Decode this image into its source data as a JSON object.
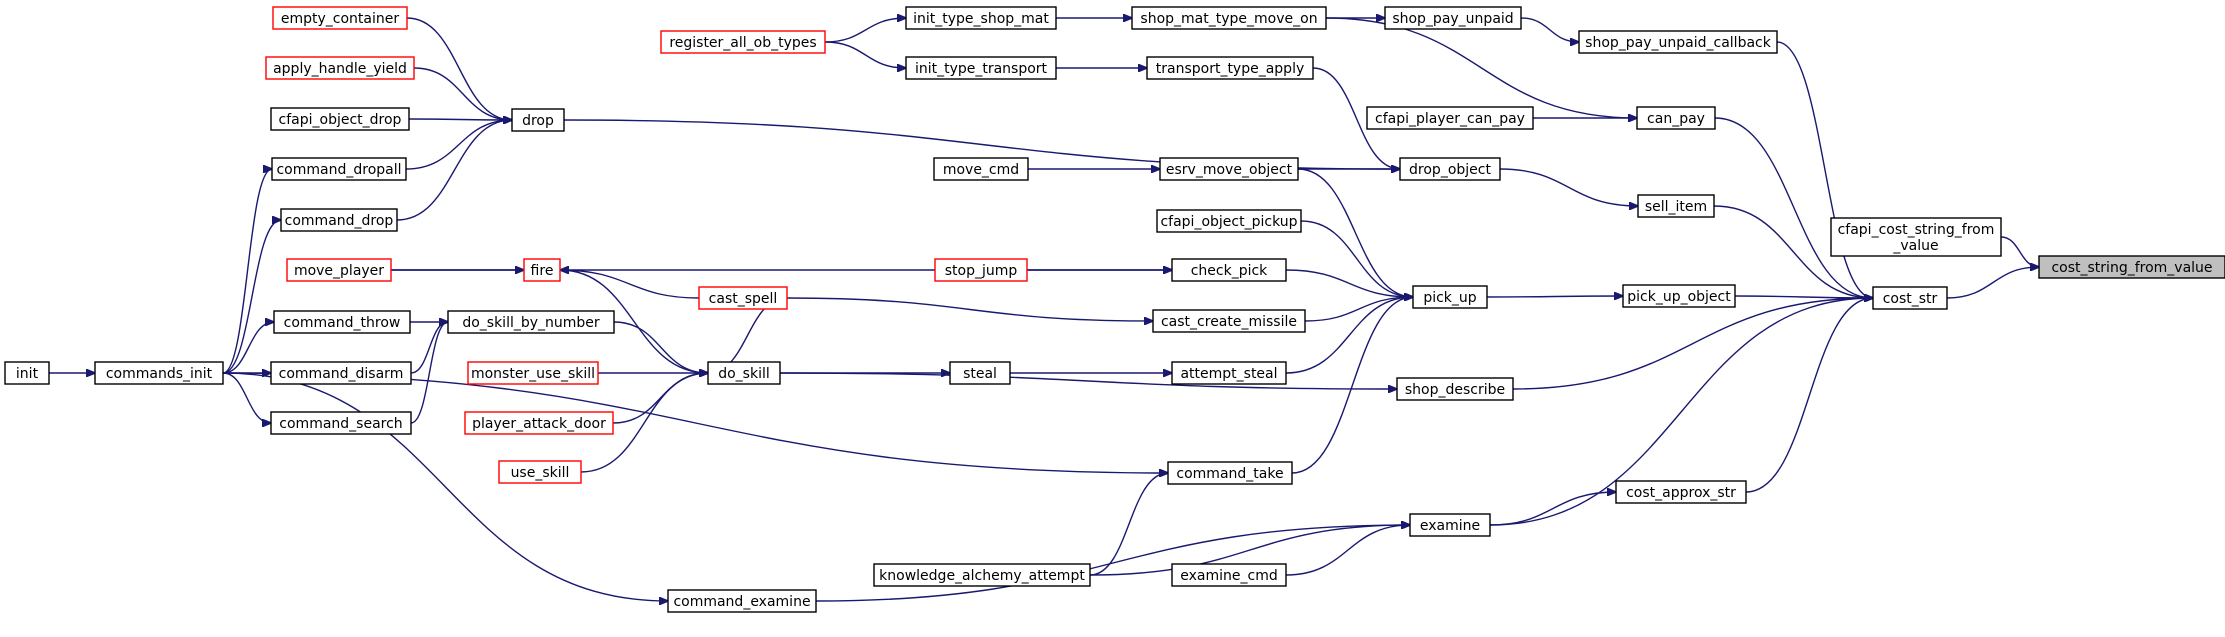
{
  "diagram": {
    "type": "call-graph",
    "direction": "right-to-left callers",
    "colors": {
      "edge": "#191970",
      "normal_border": "#000000",
      "incomplete_border": "#ff0000",
      "current_fill": "#bfbfbf"
    },
    "nodes": [
      {
        "id": "cost_string_from_value",
        "label": "cost_string_from_value",
        "style": "current"
      },
      {
        "id": "cost_str",
        "label": "cost_str",
        "style": "normal"
      },
      {
        "id": "cfapi_cost_string_from_value",
        "label": "cfapi_cost_string_from\n_value",
        "style": "normal"
      },
      {
        "id": "shop_pay_unpaid_callback",
        "label": "shop_pay_unpaid_callback",
        "style": "normal"
      },
      {
        "id": "can_pay",
        "label": "can_pay",
        "style": "normal"
      },
      {
        "id": "sell_item",
        "label": "sell_item",
        "style": "normal"
      },
      {
        "id": "pick_up_object",
        "label": "pick_up_object",
        "style": "normal"
      },
      {
        "id": "shop_describe",
        "label": "shop_describe",
        "style": "normal"
      },
      {
        "id": "examine",
        "label": "examine",
        "style": "normal"
      },
      {
        "id": "cost_approx_str",
        "label": "cost_approx_str",
        "style": "normal"
      },
      {
        "id": "shop_pay_unpaid",
        "label": "shop_pay_unpaid",
        "style": "normal"
      },
      {
        "id": "shop_mat_type_move_on",
        "label": "shop_mat_type_move_on",
        "style": "normal"
      },
      {
        "id": "init_type_shop_mat",
        "label": "init_type_shop_mat",
        "style": "normal"
      },
      {
        "id": "register_all_ob_types",
        "label": "register_all_ob_types",
        "style": "red"
      },
      {
        "id": "init_type_transport",
        "label": "init_type_transport",
        "style": "normal"
      },
      {
        "id": "transport_type_apply",
        "label": "transport_type_apply",
        "style": "normal"
      },
      {
        "id": "cfapi_player_can_pay",
        "label": "cfapi_player_can_pay",
        "style": "normal"
      },
      {
        "id": "drop_object",
        "label": "drop_object",
        "style": "normal"
      },
      {
        "id": "esrv_move_object",
        "label": "esrv_move_object",
        "style": "normal"
      },
      {
        "id": "move_cmd",
        "label": "move_cmd",
        "style": "normal"
      },
      {
        "id": "drop",
        "label": "drop",
        "style": "normal"
      },
      {
        "id": "empty_container",
        "label": "empty_container",
        "style": "red"
      },
      {
        "id": "apply_handle_yield",
        "label": "apply_handle_yield",
        "style": "red"
      },
      {
        "id": "cfapi_object_drop",
        "label": "cfapi_object_drop",
        "style": "normal"
      },
      {
        "id": "command_dropall",
        "label": "command_dropall",
        "style": "normal"
      },
      {
        "id": "command_drop",
        "label": "command_drop",
        "style": "normal"
      },
      {
        "id": "pick_up",
        "label": "pick_up",
        "style": "normal"
      },
      {
        "id": "cfapi_object_pickup",
        "label": "cfapi_object_pickup",
        "style": "normal"
      },
      {
        "id": "check_pick",
        "label": "check_pick",
        "style": "normal"
      },
      {
        "id": "stop_jump",
        "label": "stop_jump",
        "style": "red"
      },
      {
        "id": "move_player",
        "label": "move_player",
        "style": "red"
      },
      {
        "id": "fire",
        "label": "fire",
        "style": "red"
      },
      {
        "id": "cast_create_missile",
        "label": "cast_create_missile",
        "style": "normal"
      },
      {
        "id": "cast_spell",
        "label": "cast_spell",
        "style": "red"
      },
      {
        "id": "do_skill",
        "label": "do_skill",
        "style": "normal"
      },
      {
        "id": "do_skill_by_number",
        "label": "do_skill_by_number",
        "style": "normal"
      },
      {
        "id": "monster_use_skill",
        "label": "monster_use_skill",
        "style": "red"
      },
      {
        "id": "player_attack_door",
        "label": "player_attack_door",
        "style": "red"
      },
      {
        "id": "use_skill",
        "label": "use_skill",
        "style": "red"
      },
      {
        "id": "attempt_steal",
        "label": "attempt_steal",
        "style": "normal"
      },
      {
        "id": "steal",
        "label": "steal",
        "style": "normal"
      },
      {
        "id": "command_take",
        "label": "command_take",
        "style": "normal"
      },
      {
        "id": "knowledge_alchemy_attempt",
        "label": "knowledge_alchemy_attempt",
        "style": "normal"
      },
      {
        "id": "examine_cmd",
        "label": "examine_cmd",
        "style": "normal"
      },
      {
        "id": "command_examine",
        "label": "command_examine",
        "style": "normal"
      },
      {
        "id": "command_throw",
        "label": "command_throw",
        "style": "normal"
      },
      {
        "id": "command_disarm",
        "label": "command_disarm",
        "style": "normal"
      },
      {
        "id": "command_search",
        "label": "command_search",
        "style": "normal"
      },
      {
        "id": "commands_init",
        "label": "commands_init",
        "style": "normal"
      },
      {
        "id": "init",
        "label": "init",
        "style": "normal"
      }
    ],
    "edges": [
      {
        "from": "cfapi_cost_string_from_value",
        "to": "cost_string_from_value"
      },
      {
        "from": "cost_str",
        "to": "cost_string_from_value"
      },
      {
        "from": "shop_pay_unpaid_callback",
        "to": "cost_str"
      },
      {
        "from": "can_pay",
        "to": "cost_str"
      },
      {
        "from": "sell_item",
        "to": "cost_str"
      },
      {
        "from": "pick_up_object",
        "to": "cost_str"
      },
      {
        "from": "shop_describe",
        "to": "cost_str"
      },
      {
        "from": "examine",
        "to": "cost_str"
      },
      {
        "from": "cost_approx_str",
        "to": "cost_str"
      },
      {
        "from": "shop_pay_unpaid",
        "to": "shop_pay_unpaid_callback"
      },
      {
        "from": "shop_mat_type_move_on",
        "to": "shop_pay_unpaid"
      },
      {
        "from": "init_type_shop_mat",
        "to": "shop_mat_type_move_on"
      },
      {
        "from": "register_all_ob_types",
        "to": "init_type_shop_mat"
      },
      {
        "from": "register_all_ob_types",
        "to": "init_type_transport"
      },
      {
        "from": "init_type_transport",
        "to": "transport_type_apply"
      },
      {
        "from": "shop_mat_type_move_on",
        "to": "can_pay"
      },
      {
        "from": "cfapi_player_can_pay",
        "to": "can_pay"
      },
      {
        "from": "transport_type_apply",
        "to": "drop_object"
      },
      {
        "from": "drop",
        "to": "drop_object"
      },
      {
        "from": "esrv_move_object",
        "to": "drop_object"
      },
      {
        "from": "drop_object",
        "to": "sell_item"
      },
      {
        "from": "move_cmd",
        "to": "esrv_move_object"
      },
      {
        "from": "empty_container",
        "to": "drop"
      },
      {
        "from": "apply_handle_yield",
        "to": "drop"
      },
      {
        "from": "cfapi_object_drop",
        "to": "drop"
      },
      {
        "from": "command_dropall",
        "to": "drop"
      },
      {
        "from": "command_drop",
        "to": "drop"
      },
      {
        "from": "pick_up",
        "to": "pick_up_object"
      },
      {
        "from": "esrv_move_object",
        "to": "pick_up"
      },
      {
        "from": "cfapi_object_pickup",
        "to": "pick_up"
      },
      {
        "from": "check_pick",
        "to": "pick_up"
      },
      {
        "from": "cast_create_missile",
        "to": "pick_up"
      },
      {
        "from": "attempt_steal",
        "to": "pick_up"
      },
      {
        "from": "command_take",
        "to": "pick_up"
      },
      {
        "from": "move_player",
        "to": "check_pick"
      },
      {
        "from": "stop_jump",
        "to": "check_pick"
      },
      {
        "from": "move_player",
        "to": "fire"
      },
      {
        "from": "cast_spell",
        "to": "cast_create_missile"
      },
      {
        "from": "fire",
        "to": "do_skill"
      },
      {
        "from": "cast_spell",
        "to": "fire"
      },
      {
        "from": "do_skill",
        "to": "cast_spell"
      },
      {
        "from": "do_skill_by_number",
        "to": "do_skill"
      },
      {
        "from": "monster_use_skill",
        "to": "do_skill"
      },
      {
        "from": "player_attack_door",
        "to": "do_skill"
      },
      {
        "from": "use_skill",
        "to": "do_skill"
      },
      {
        "from": "do_skill",
        "to": "steal"
      },
      {
        "from": "steal",
        "to": "attempt_steal"
      },
      {
        "from": "do_skill",
        "to": "shop_describe"
      },
      {
        "from": "commands_init",
        "to": "command_take"
      },
      {
        "from": "knowledge_alchemy_attempt",
        "to": "command_take"
      },
      {
        "from": "knowledge_alchemy_attempt",
        "to": "examine"
      },
      {
        "from": "examine_cmd",
        "to": "examine"
      },
      {
        "from": "command_examine",
        "to": "examine"
      },
      {
        "from": "examine",
        "to": "cost_approx_str"
      },
      {
        "from": "commands_init",
        "to": "command_examine"
      },
      {
        "from": "command_throw",
        "to": "do_skill_by_number"
      },
      {
        "from": "command_disarm",
        "to": "do_skill_by_number"
      },
      {
        "from": "command_search",
        "to": "do_skill_by_number"
      },
      {
        "from": "commands_init",
        "to": "command_throw"
      },
      {
        "from": "commands_init",
        "to": "command_disarm"
      },
      {
        "from": "commands_init",
        "to": "command_search"
      },
      {
        "from": "commands_init",
        "to": "command_dropall"
      },
      {
        "from": "commands_init",
        "to": "command_drop"
      },
      {
        "from": "init",
        "to": "commands_init"
      }
    ]
  }
}
